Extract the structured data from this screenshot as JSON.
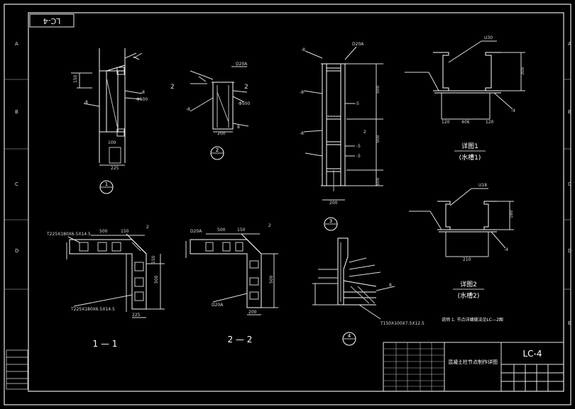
{
  "colors": {
    "background": "#000000",
    "frame": "#e6e6e6",
    "line": "#ffffff",
    "dim": "#d8d8d8",
    "hatch": "#bfbfbf"
  },
  "sheet": {
    "corner_code": "LC-4",
    "drawing_code": "LC-4",
    "title_text": "混凝土柱节点制作详图",
    "note": "说明 1. 节点详细做法见LC—2图",
    "row_letters": [
      "A",
      "B",
      "C",
      "D",
      "E"
    ]
  },
  "views": {
    "v1": {
      "symbol": "1",
      "dims": [
        "150",
        "100",
        "225"
      ],
      "marks": [
        "-8",
        "-8",
        "Φ500"
      ]
    },
    "v2": {
      "symbol": "2",
      "cut": [
        "2",
        "2"
      ],
      "dims": [
        "D20A",
        "200"
      ],
      "marks": [
        "-8",
        "Φ500",
        "8"
      ]
    },
    "v3": {
      "symbol": "3",
      "top_mark": "D20A",
      "dims": [
        "500",
        "500",
        "500",
        "200"
      ],
      "marks": [
        "-8",
        "-8",
        "-8",
        "-5",
        "-5",
        "-5",
        "2"
      ]
    },
    "detail1": {
      "title": "详图1",
      "subtitle": "(水槽1)",
      "dims": [
        "U30",
        "300",
        "120",
        "406",
        "120"
      ],
      "marks": [
        "-4"
      ]
    },
    "detail2": {
      "title": "详图2",
      "subtitle": "(水槽2)",
      "dims": [
        "U18",
        "180",
        "210"
      ],
      "marks": [
        "-4"
      ]
    },
    "section11": {
      "label": "1 — 1",
      "specs": [
        "T225X180X6.5X14.5",
        "T225X180X6.5X14.5"
      ],
      "dims": [
        "500",
        "150",
        "150",
        "500",
        "225"
      ],
      "marks": [
        "2"
      ]
    },
    "section22": {
      "label": "2 — 2",
      "specs": [
        "D20A",
        "D20A"
      ],
      "dims": [
        "500",
        "150",
        "500",
        "200"
      ],
      "marks": [
        "2"
      ]
    },
    "v4": {
      "symbol": "4",
      "spec": "T150X100X7.5X12.5",
      "marks": [
        "8"
      ]
    }
  }
}
